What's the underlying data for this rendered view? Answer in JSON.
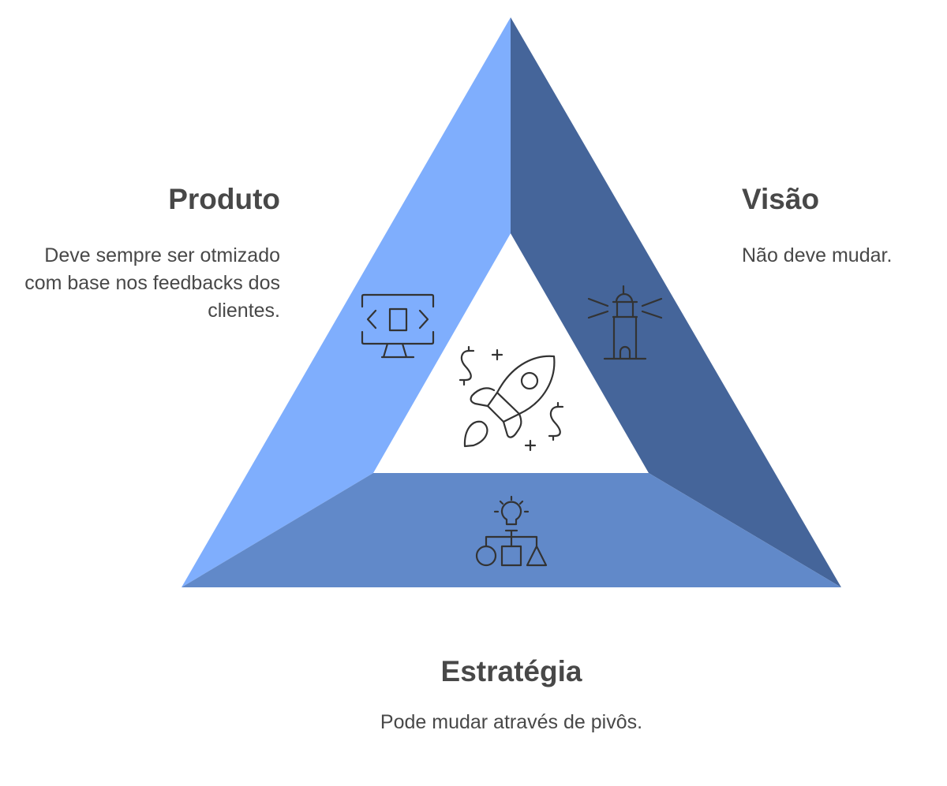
{
  "colors": {
    "produto_band": "#7FAEFD",
    "visao_band": "#45659A",
    "estrategia_band": "#6189C9",
    "text": "#484848",
    "icon": "#333333"
  },
  "sections": {
    "produto": {
      "title": "Produto",
      "description": "Deve sempre ser otmizado com base nos feedbacks dos clientes.",
      "icon": "monitor-code-icon"
    },
    "visao": {
      "title": "Visão",
      "description": "Não deve mudar.",
      "icon": "lighthouse-icon"
    },
    "estrategia": {
      "title": "Estratégia",
      "description": "Pode mudar através de pivôs.",
      "icon": "idea-hierarchy-icon"
    }
  },
  "center": {
    "icon": "rocket-money-icon"
  }
}
